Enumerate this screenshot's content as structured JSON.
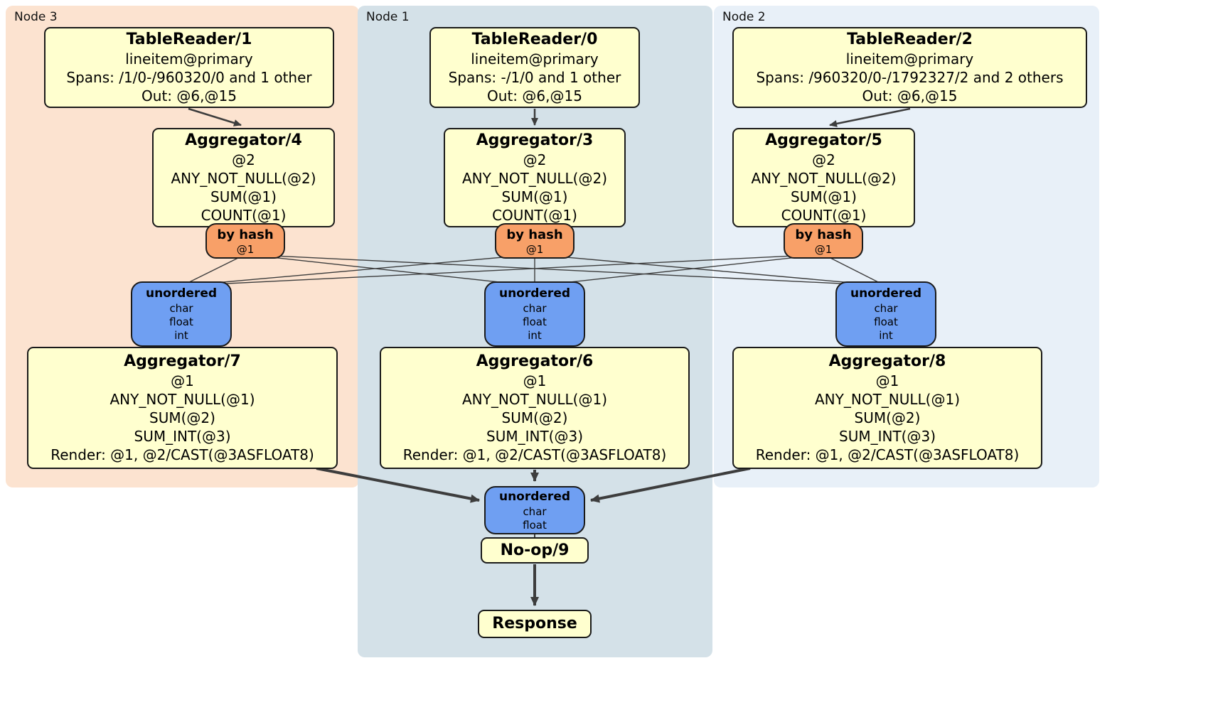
{
  "groups": {
    "node3": {
      "label": "Node 3"
    },
    "node1": {
      "label": "Node 1"
    },
    "node2": {
      "label": "Node 2"
    }
  },
  "processors": {
    "tr1": {
      "title": "TableReader/1",
      "lines": [
        "lineitem@primary",
        "Spans: /1/0-/960320/0 and 1 other",
        "Out: @6,@15"
      ]
    },
    "tr0": {
      "title": "TableReader/0",
      "lines": [
        "lineitem@primary",
        "Spans: -/1/0 and 1 other",
        "Out: @6,@15"
      ]
    },
    "tr2": {
      "title": "TableReader/2",
      "lines": [
        "lineitem@primary",
        "Spans: /960320/0-/1792327/2 and 2 others",
        "Out: @6,@15"
      ]
    },
    "agg4": {
      "title": "Aggregator/4",
      "lines": [
        "@2",
        "ANY_NOT_NULL(@2)",
        "SUM(@1)",
        "COUNT(@1)"
      ]
    },
    "agg3": {
      "title": "Aggregator/3",
      "lines": [
        "@2",
        "ANY_NOT_NULL(@2)",
        "SUM(@1)",
        "COUNT(@1)"
      ]
    },
    "agg5": {
      "title": "Aggregator/5",
      "lines": [
        "@2",
        "ANY_NOT_NULL(@2)",
        "SUM(@1)",
        "COUNT(@1)"
      ]
    },
    "agg7": {
      "title": "Aggregator/7",
      "lines": [
        "@1",
        "ANY_NOT_NULL(@1)",
        "SUM(@2)",
        "SUM_INT(@3)",
        "Render: @1, @2/CAST(@3ASFLOAT8)"
      ]
    },
    "agg6": {
      "title": "Aggregator/6",
      "lines": [
        "@1",
        "ANY_NOT_NULL(@1)",
        "SUM(@2)",
        "SUM_INT(@3)",
        "Render: @1, @2/CAST(@3ASFLOAT8)"
      ]
    },
    "agg8": {
      "title": "Aggregator/8",
      "lines": [
        "@1",
        "ANY_NOT_NULL(@1)",
        "SUM(@2)",
        "SUM_INT(@3)",
        "Render: @1, @2/CAST(@3ASFLOAT8)"
      ]
    },
    "noop": {
      "title": "No-op/9"
    },
    "response": {
      "title": "Response"
    }
  },
  "routers": {
    "hash3": {
      "title": "by hash",
      "stream": "@1"
    },
    "hash1": {
      "title": "by hash",
      "stream": "@1"
    },
    "hash2": {
      "title": "by hash",
      "stream": "@1"
    }
  },
  "syncs": {
    "sync3": {
      "title": "unordered",
      "columns": [
        "char",
        "float",
        "int"
      ]
    },
    "sync1": {
      "title": "unordered",
      "columns": [
        "char",
        "float",
        "int"
      ]
    },
    "sync2": {
      "title": "unordered",
      "columns": [
        "char",
        "float",
        "int"
      ]
    },
    "final": {
      "title": "unordered",
      "columns": [
        "char",
        "float"
      ]
    }
  },
  "colors": {
    "node3_bg": "#fce3d0",
    "node1_bg": "#d4e1e8",
    "node2_bg": "#e8f0f8",
    "processor_bg": "#ffffcf",
    "router_bg": "#f8a068",
    "sync_bg": "#6f9ff2",
    "edge": "#3d3d3d"
  }
}
